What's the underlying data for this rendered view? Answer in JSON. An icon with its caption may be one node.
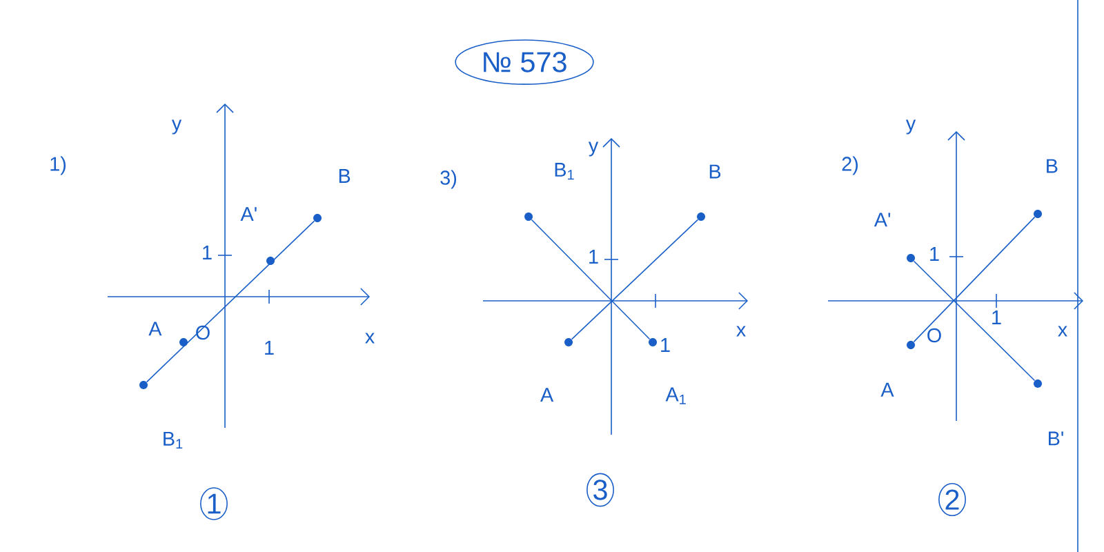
{
  "diagram": {
    "nodes": [
      {
        "text": [
          "№ 573"
        ]
      },
      {
        "text": [
          "B"
        ]
      },
      {
        "text": [
          "A'"
        ]
      },
      {
        "text": [
          "A"
        ]
      },
      {
        "text": [
          "B$_{1}$"
        ]
      },
      {
        "text": [
          "1"
        ]
      },
      {
        "text": [
          "B$_{1}$"
        ]
      },
      {
        "text": [
          "B"
        ]
      },
      {
        "text": [
          "A"
        ]
      },
      {
        "text": [
          "A$_{1}$"
        ]
      },
      {
        "text": [
          "3"
        ]
      },
      {
        "text": [
          "A'"
        ]
      },
      {
        "text": [
          "B"
        ]
      },
      {
        "text": [
          "A"
        ]
      },
      {
        "text": [
          "B'"
        ]
      },
      {
        "text": [
          "2"
        ]
      }
    ],
    "edges": [
      {
        "from": 4,
        "to": 1,
        "arrow": "none"
      },
      {
        "from": 8,
        "to": 7,
        "arrow": "none"
      },
      {
        "from": 6,
        "to": 9,
        "arrow": "none"
      },
      {
        "from": 13,
        "to": 12,
        "arrow": "none"
      },
      {
        "from": 11,
        "to": 14,
        "arrow": "none"
      }
    ],
    "labels": [
      "1)",
      "y",
      "1",
      "x",
      "O",
      "1",
      "3)",
      "y",
      "1",
      "1",
      "x",
      "2)",
      "y",
      "1",
      "O",
      "1",
      "x"
    ]
  }
}
